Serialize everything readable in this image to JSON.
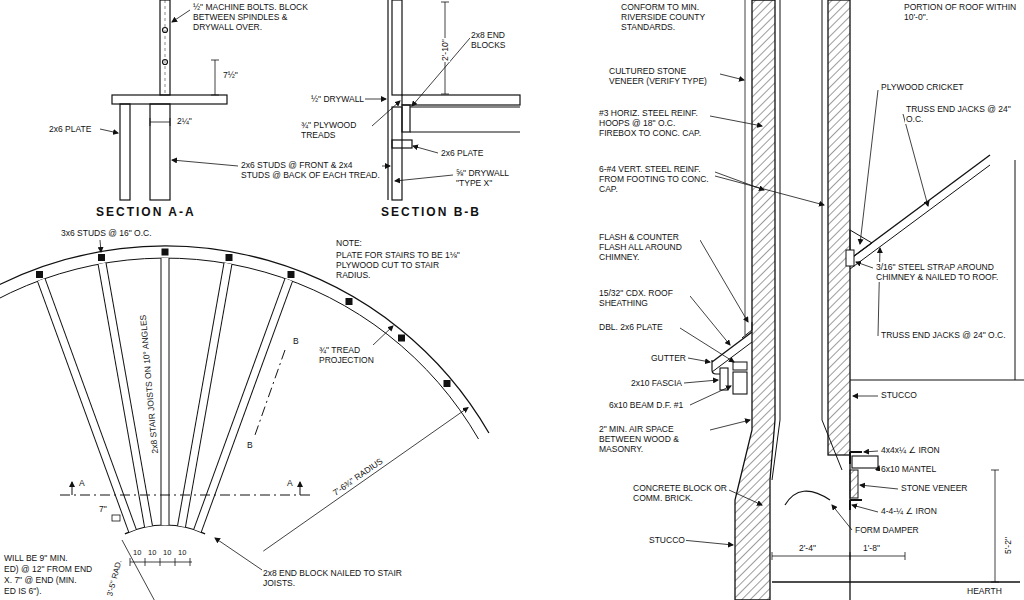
{
  "diagram": {
    "labels": [
      "½\" MACHINE BOLTS. BLOCK BETWEEN SPINDLES & DRYWALL OVER.",
      "2x8 END BLOCKS",
      "2'-10\"",
      "7½\"",
      "2x6 PLATE",
      "2¼\"",
      "½\" DRYWALL",
      "¾\" PLYWOOD TREADS",
      "2x6 PLATE",
      "⅝\" DRYWALL \"TYPE X\"",
      "2x6 STUDS @ FRONT & 2x4 STUDS @ BACK OF EACH TREAD.",
      "SECTION A-A",
      "SECTION B-B",
      "3x6 STUDS @ 16\" O.C.",
      "NOTE:",
      "PLATE FOR STAIRS TO BE 1⅛\" PLYWOOD CUT TO STAIR RADIUS.",
      "¾\" TREAD PROJECTION",
      "2x8 STAIR JOISTS ON 10° ANGLES",
      "B",
      "B",
      "A",
      "A",
      "7'-6¾\" RADIUS",
      "3'-5\" RAD.",
      "7\"",
      "10",
      "10",
      "10",
      "10",
      "2x8 END BLOCK NAILED TO STAIR JOISTS.",
      "WILL BE 9\" MIN.",
      "ED) @ 12\" FROM END",
      "X. 7\" @ END (MIN.",
      "ED IS 6\").",
      "CONFORM TO MIN. RIVERSIDE COUNTY STANDARDS.",
      "PORTION OF ROOF WITHIN 10'-0\".",
      "CULTURED STONE VENEER (VERIFY TYPE)",
      "#3 HORIZ. STEEL REINF. HOOPS @ 18\" O.C. FIREBOX TO CONC. CAP.",
      "6-#4 VERT. STEEL REINF. FROM FOOTING TO CONC. CAP.",
      "FLASH & COUNTER FLASH ALL AROUND CHIMNEY.",
      "15/32\" CDX. ROOF SHEATHING",
      "DBL. 2x6 PLATE",
      "GUTTER",
      "2x10 FASCIA",
      "6x10 BEAM D.F. #1",
      "2\" MIN. AIR SPACE BETWEEN WOOD & MASONRY.",
      "PLYWOOD CRICKET",
      "TRUSS END JACKS @ 24\" O.C.",
      "3/16\" STEEL STRAP AROUND CHIMNEY & NAILED TO ROOF.",
      "TRUSS END JACKS @ 24\" O.C.",
      "STUCCO",
      "4x4x¼ ∠ IRON",
      "6x10 MANTEL",
      "STONE VENEER",
      "CONCRETE BLOCK OR COMM. BRICK.",
      "STUCCO",
      "4-4-¼ ∠ IRON",
      "FORM DAMPER",
      "2'-4\"",
      "1'-8\"",
      "5'-2\"",
      "HEARTH"
    ]
  }
}
